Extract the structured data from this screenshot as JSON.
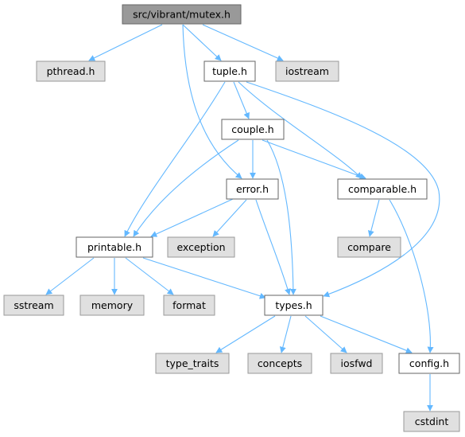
{
  "graph": {
    "colors": {
      "root_fill": "#999999",
      "project_fill": "#ffffff",
      "external_fill": "#e0e0e0",
      "node_border": "#666666",
      "external_border": "#999999",
      "edge": "#63b8ff",
      "text": "#000000"
    },
    "nodes": [
      {
        "id": "mutex",
        "label": "src/vibrant/mutex.h",
        "kind": "root"
      },
      {
        "id": "pthread",
        "label": "pthread.h",
        "kind": "external"
      },
      {
        "id": "tuple",
        "label": "tuple.h",
        "kind": "project"
      },
      {
        "id": "iostream",
        "label": "iostream",
        "kind": "external"
      },
      {
        "id": "couple",
        "label": "couple.h",
        "kind": "project"
      },
      {
        "id": "error",
        "label": "error.h",
        "kind": "project"
      },
      {
        "id": "comparable",
        "label": "comparable.h",
        "kind": "project"
      },
      {
        "id": "printable",
        "label": "printable.h",
        "kind": "project"
      },
      {
        "id": "exception",
        "label": "exception",
        "kind": "external"
      },
      {
        "id": "compare",
        "label": "compare",
        "kind": "external"
      },
      {
        "id": "sstream",
        "label": "sstream",
        "kind": "external"
      },
      {
        "id": "memory",
        "label": "memory",
        "kind": "external"
      },
      {
        "id": "format",
        "label": "format",
        "kind": "external"
      },
      {
        "id": "types",
        "label": "types.h",
        "kind": "project"
      },
      {
        "id": "type_traits",
        "label": "type_traits",
        "kind": "external"
      },
      {
        "id": "concepts",
        "label": "concepts",
        "kind": "external"
      },
      {
        "id": "iosfwd",
        "label": "iosfwd",
        "kind": "external"
      },
      {
        "id": "config",
        "label": "config.h",
        "kind": "project"
      },
      {
        "id": "cstdint",
        "label": "cstdint",
        "kind": "external"
      }
    ],
    "edges": [
      {
        "from": "mutex",
        "to": "pthread"
      },
      {
        "from": "mutex",
        "to": "tuple"
      },
      {
        "from": "mutex",
        "to": "iostream"
      },
      {
        "from": "mutex",
        "to": "error"
      },
      {
        "from": "tuple",
        "to": "couple"
      },
      {
        "from": "tuple",
        "to": "printable"
      },
      {
        "from": "tuple",
        "to": "comparable"
      },
      {
        "from": "tuple",
        "to": "types"
      },
      {
        "from": "couple",
        "to": "error"
      },
      {
        "from": "couple",
        "to": "comparable"
      },
      {
        "from": "couple",
        "to": "printable"
      },
      {
        "from": "couple",
        "to": "types"
      },
      {
        "from": "error",
        "to": "printable"
      },
      {
        "from": "error",
        "to": "exception"
      },
      {
        "from": "error",
        "to": "types"
      },
      {
        "from": "comparable",
        "to": "compare"
      },
      {
        "from": "comparable",
        "to": "config"
      },
      {
        "from": "printable",
        "to": "sstream"
      },
      {
        "from": "printable",
        "to": "memory"
      },
      {
        "from": "printable",
        "to": "format"
      },
      {
        "from": "printable",
        "to": "types"
      },
      {
        "from": "types",
        "to": "type_traits"
      },
      {
        "from": "types",
        "to": "concepts"
      },
      {
        "from": "types",
        "to": "iosfwd"
      },
      {
        "from": "types",
        "to": "config"
      },
      {
        "from": "config",
        "to": "cstdint"
      }
    ]
  }
}
